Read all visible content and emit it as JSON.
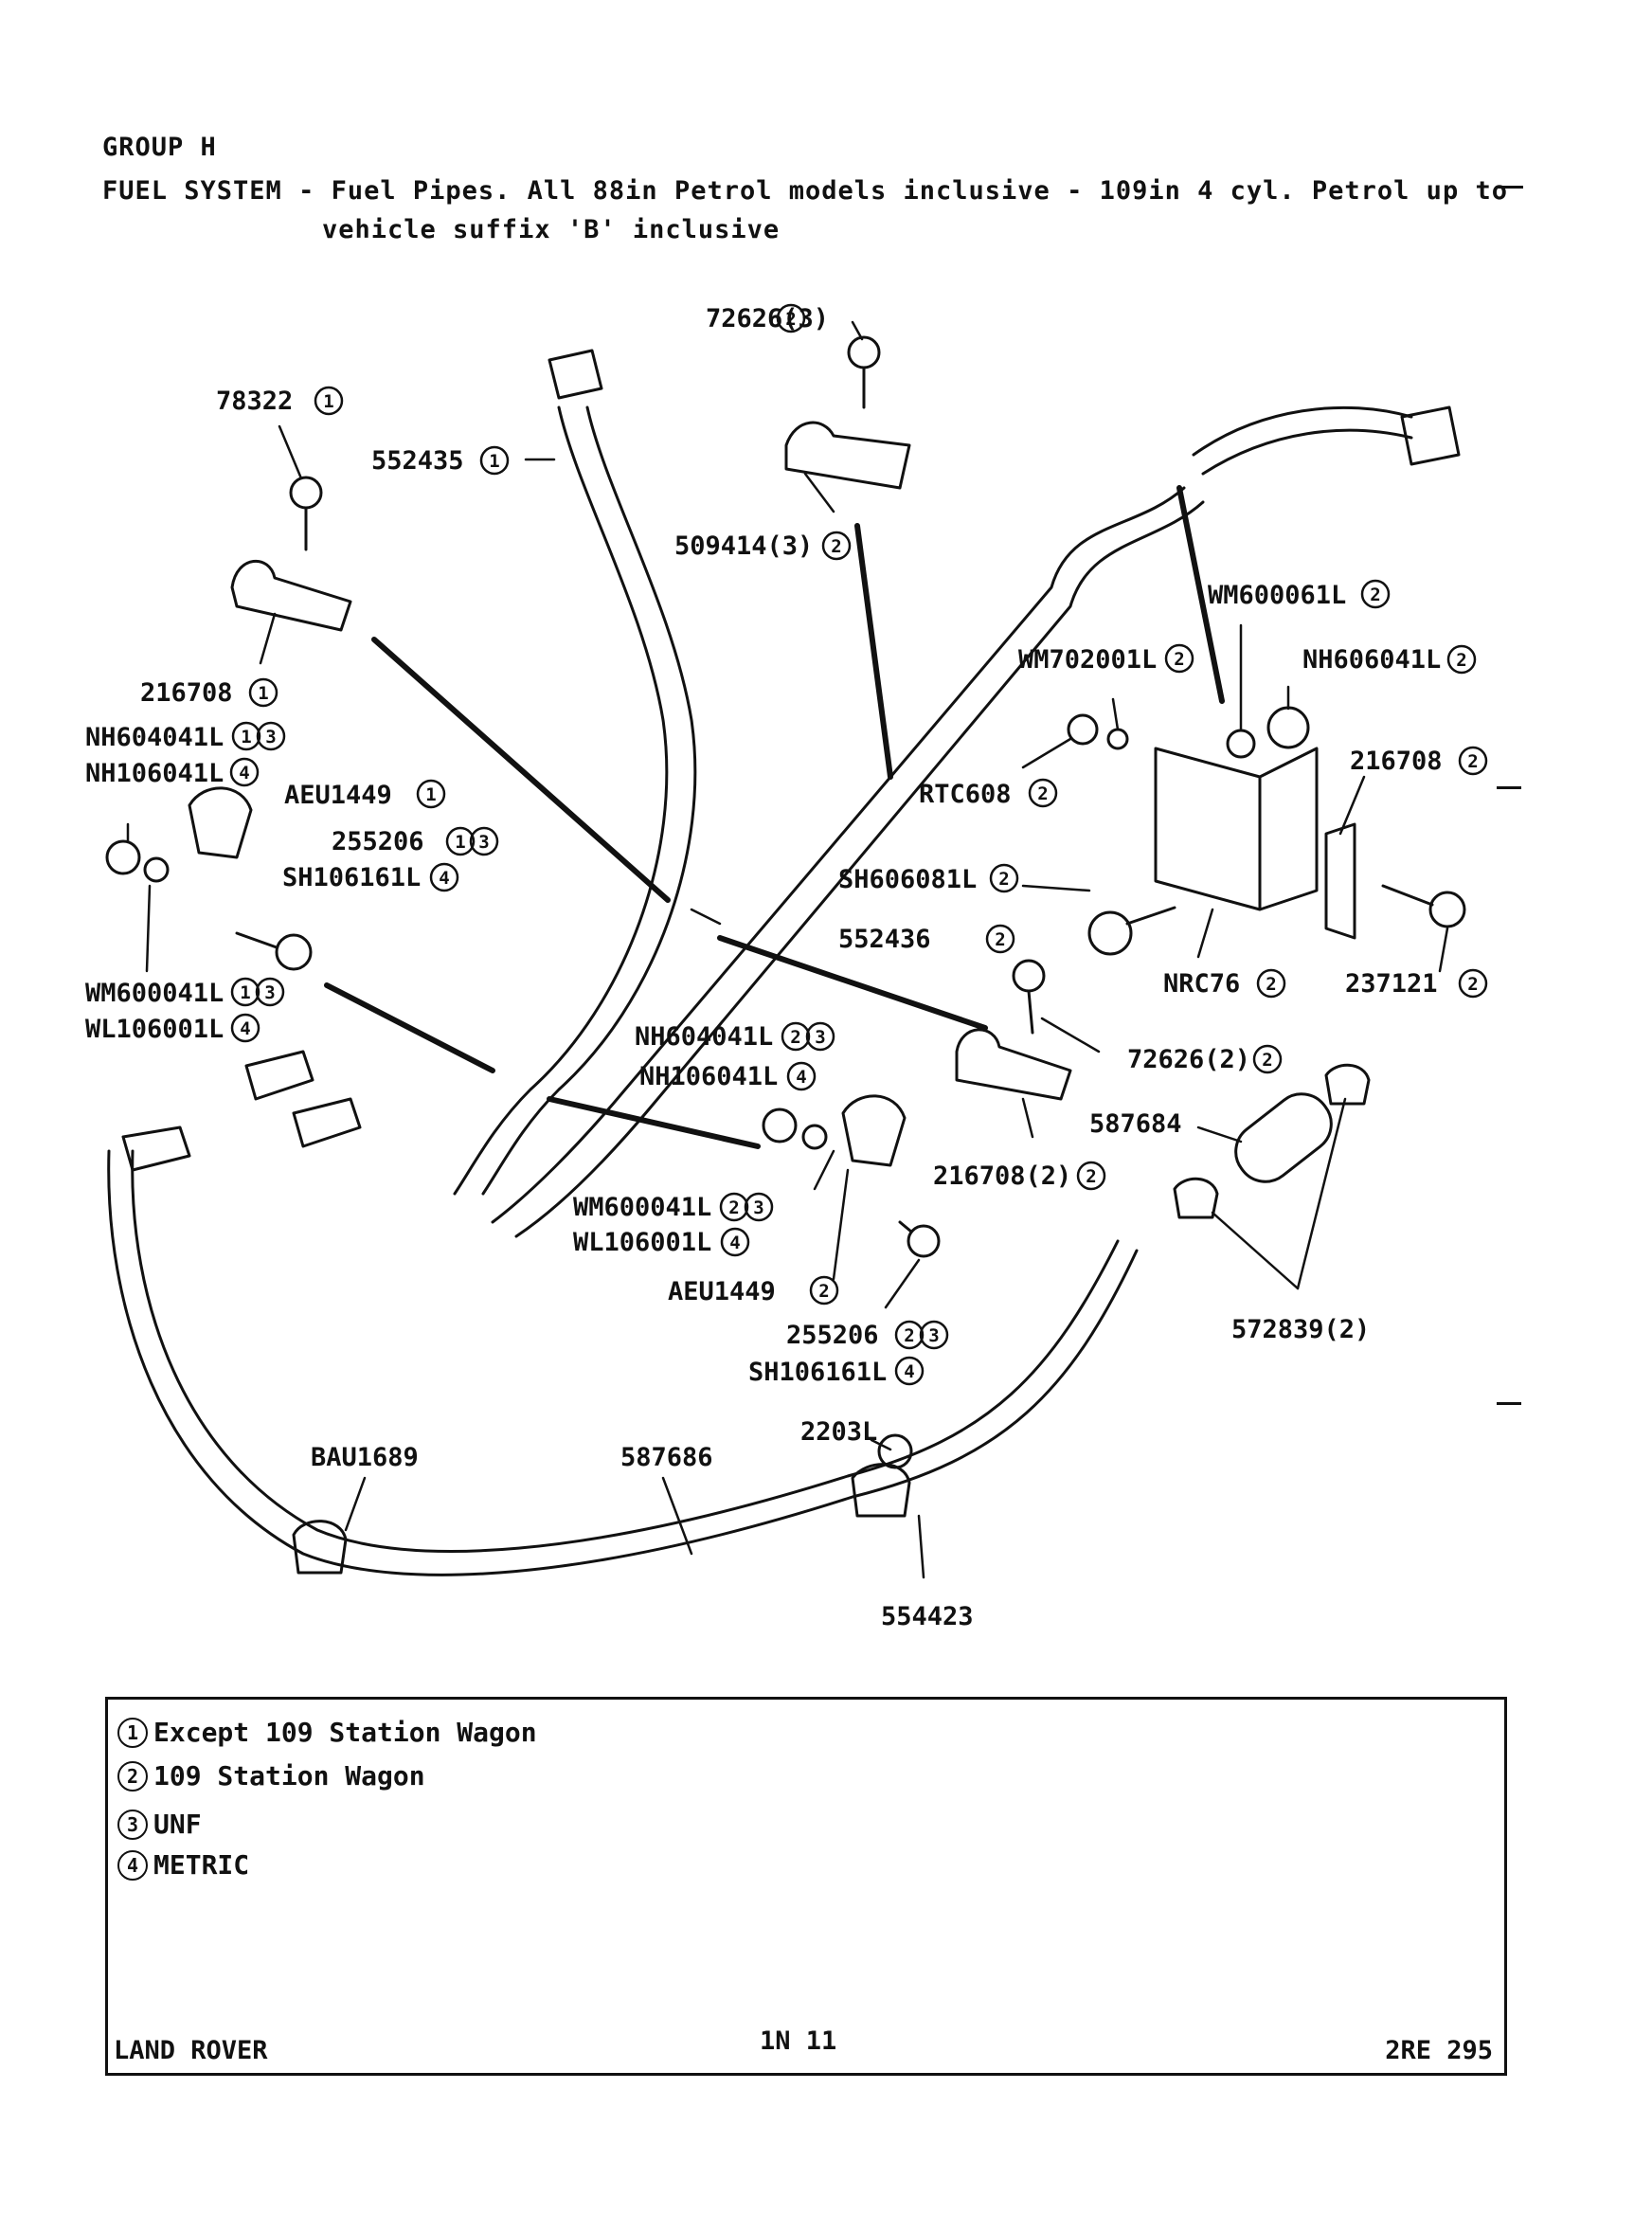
{
  "header": {
    "group": "GROUP H",
    "title_line1": "FUEL SYSTEM - Fuel Pipes. All 88in Petrol models inclusive - 109in 4 cyl. Petrol up to",
    "title_line2": "vehicle suffix 'B' inclusive"
  },
  "callouts": {
    "c72626_3": "72626(3)",
    "c78322": "78322",
    "c552435": "552435",
    "c509414_3": "509414(3)",
    "c216708_a": "216708",
    "cWM600061L": "WM600061L",
    "cWM702001L": "WM702001L",
    "cNH606041L": "NH606041L",
    "cNH604041L_a": "NH604041L",
    "cNH106041L_a": "NH106041L",
    "cAEU1449_a": "AEU1449",
    "c255206_a": "255206",
    "cSH106161L_a": "SH106161L",
    "cRTC608": "RTC608",
    "c216708_b": "216708",
    "cSH606081L": "SH606081L",
    "c552436": "552436",
    "cWM600041L_a": "WM600041L",
    "cWL106001L_a": "WL106001L",
    "cNRC76": "NRC76",
    "c237121": "237121",
    "cNH604041L_b": "NH604041L",
    "cNH106041L_b": "NH106041L",
    "c72626_2": "72626(2)",
    "c587684": "587684",
    "c216708_2": "216708(2)",
    "cWM600041L_b": "WM600041L",
    "cWL106001L_b": "WL106001L",
    "cAEU1449_b": "AEU1449",
    "c255206_b": "255206",
    "cSH106161L_b": "SH106161L",
    "c572839": "572839(2)",
    "c2203L": "2203L",
    "cBAU1689": "BAU1689",
    "c587686": "587686",
    "c554423": "554423"
  },
  "legend": [
    {
      "num": "1",
      "text": "Except 109 Station Wagon"
    },
    {
      "num": "2",
      "text": "109 Station Wagon"
    },
    {
      "num": "3",
      "text": "UNF"
    },
    {
      "num": "4",
      "text": "METRIC"
    }
  ],
  "footer": {
    "left": "LAND ROVER",
    "center": "1N 11",
    "right": "2RE 295"
  }
}
